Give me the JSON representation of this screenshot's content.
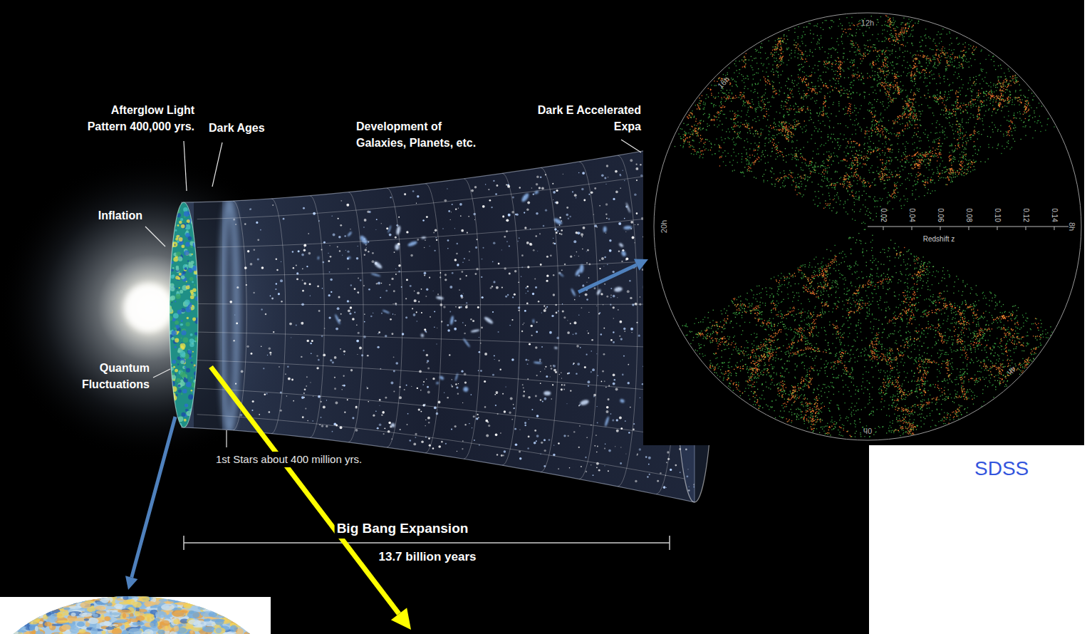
{
  "diagram": {
    "labels": [
      "Afterglow Light Pattern 400,000 yrs.",
      "Dark Ages",
      "Development of Galaxies, Planets, etc.",
      "Dark E Accelerated Expa",
      "Inflation",
      "Quantum Fluctuations",
      "1st Stars about 400 million yrs.",
      "Big Bang Expansion",
      "13.7 billion years",
      "12h",
      "16h",
      "8h",
      "20h",
      "4h",
      "0h",
      "0.02",
      "0.04",
      "0.06",
      "0.08",
      "0.10",
      "0.12",
      "0.14",
      "Redshift z",
      "SDSS"
    ]
  }
}
